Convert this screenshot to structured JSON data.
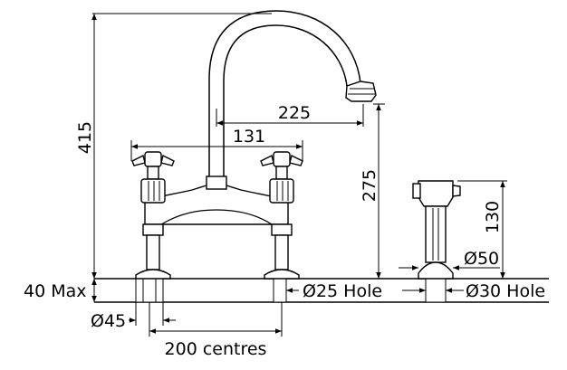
{
  "dimensions": {
    "height_overall": "415",
    "spout_reach": "225",
    "handle_span": "131",
    "spout_height": "275",
    "spray_height": "130",
    "spray_base_dia": "Ø50",
    "deck_thickness": "40 Max",
    "tap_hole": "Ø25 Hole",
    "spray_hole": "Ø30 Hole",
    "base_dia": "Ø45",
    "centres": "200 centres"
  }
}
